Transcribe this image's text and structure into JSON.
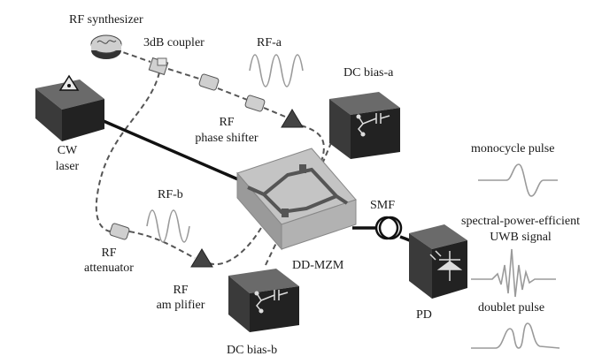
{
  "labels": {
    "rf_synthesizer": "RF synthesizer",
    "coupler": "3dB coupler",
    "rf_a": "RF-a",
    "dc_bias_a": "DC bias-a",
    "rf_phase_shifter_1": "RF",
    "rf_phase_shifter_2": "phase shifter",
    "cw_laser_1": "CW",
    "cw_laser_2": "laser",
    "rf_b": "RF-b",
    "rf_attenuator_1": "RF",
    "rf_attenuator_2": "attenuator",
    "rf_amplifier_1": "RF",
    "rf_amplifier_2": "am plifier",
    "dd_mzm": "DD-MZM",
    "smf": "SMF",
    "dc_bias_b": "DC bias-b",
    "pd": "PD",
    "monocycle": "monocycle pulse",
    "uwb_1": "spectral-power-efficient",
    "uwb_2": "UWB signal",
    "doublet": "doublet pulse"
  },
  "colors": {
    "wire": "#555555",
    "fiber": "#111111",
    "box_dark": "#2b2b2b",
    "box_top": "#5a5a5a",
    "waveform": "#9a9a9a",
    "mzm_body": "#cfcfcf"
  }
}
